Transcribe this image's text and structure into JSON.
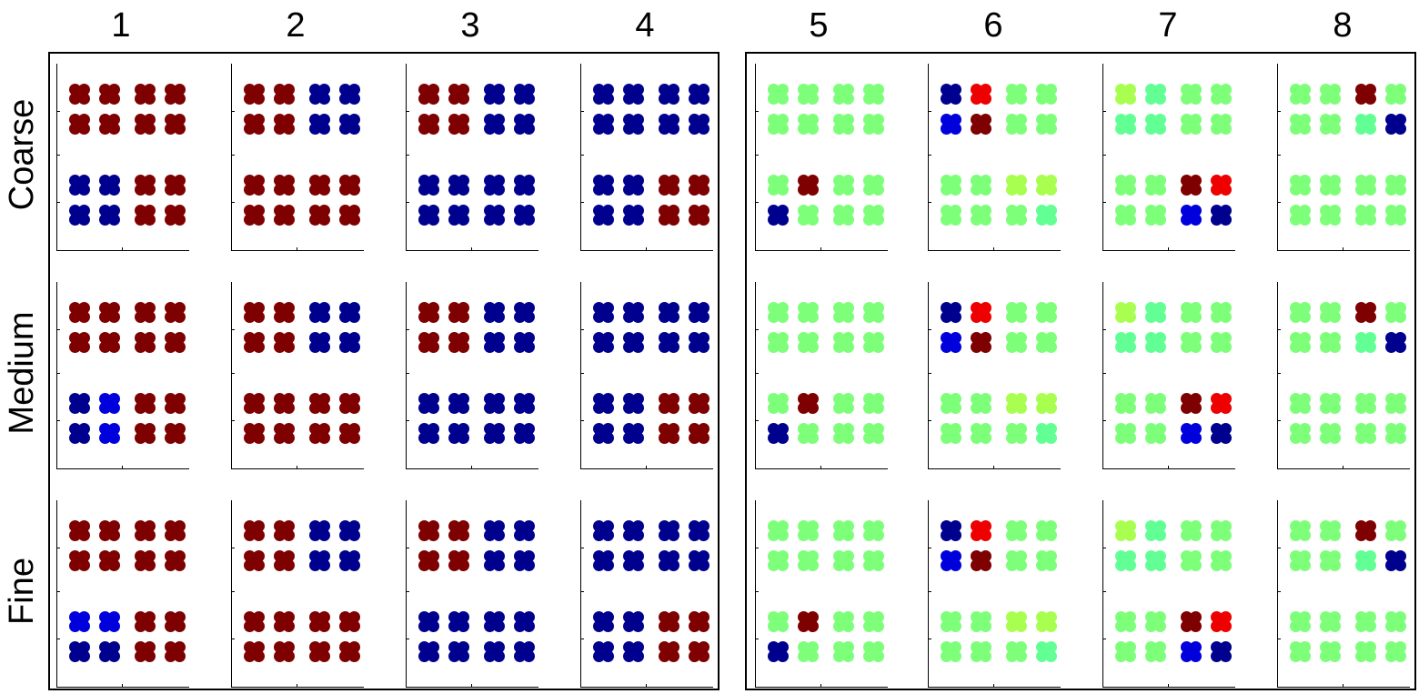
{
  "column_labels": [
    "1",
    "2",
    "3",
    "4",
    "5",
    "6",
    "7",
    "8"
  ],
  "row_labels": [
    "Coarse",
    "Medium",
    "Fine"
  ],
  "palette": {
    "R": "#7f0000",
    "B": "#00008f",
    "b": "#0000dd",
    "r": "#ee0000",
    "G": "#7dff7a",
    "g": "#62ff94",
    "y": "#a8ff4f"
  },
  "panels": [
    [
      "RRRR",
      "RRRR",
      "BBBB",
      "RRRR"
    ],
    [
      "RRRR",
      "BBBB",
      "RRRR",
      "RRRR"
    ],
    [
      "RRRR",
      "BBBB",
      "BBBB",
      "BBBB"
    ],
    [
      "BBBB",
      "BBBB",
      "BBBB",
      "RRRR"
    ],
    [
      "GGGG",
      "GGGG",
      "GRBG",
      "GGGG"
    ],
    [
      "BrbR",
      "GGGG",
      "GGGG",
      "yyGg"
    ],
    [
      "yggg",
      "GGGG",
      "GGGG",
      "RrbB"
    ],
    [
      "GGGG",
      "RGgB",
      "GGGG",
      "GGGG"
    ]
  ],
  "row_variants": [
    {},
    {
      "0": [
        "RRRR",
        "RRRR",
        "BbBb",
        "RRRR"
      ]
    },
    {
      "0": [
        "RRRR",
        "RRRR",
        "bbBB",
        "RRRR"
      ]
    }
  ]
}
